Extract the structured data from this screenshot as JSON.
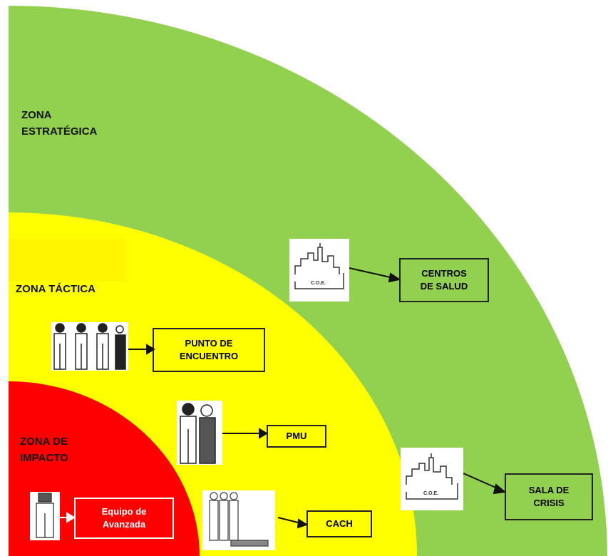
{
  "colors": {
    "strategic": "#92d050",
    "tactical": "#ffff00",
    "impact": "#ff0000",
    "outline": "#222222",
    "background": "#ffffff"
  },
  "zones": {
    "strategic_label": "ZONA\nESTRATÉGICA",
    "tactical_label": "ZONA TÁCTICA",
    "impact_label": "ZONA DE\nIMPACTO"
  },
  "boxes": {
    "centros_salud": "CENTROS\nDE SALUD",
    "sala_crisis": "SALA DE\nCRISIS",
    "punto_encuentro": "PUNTO DE\nENCUENTRO",
    "pmu": "PMU",
    "cach": "CACH",
    "equipo_avanzada": "Equipo de\nAvanzada"
  },
  "icons": {
    "coe_building_top": "building-icon",
    "coe_building_bottom": "building-icon",
    "group_people": "people-group-icon",
    "two_people": "two-people-icon",
    "rescuers": "rescuers-icon",
    "single_person": "person-icon"
  },
  "icon_text": {
    "coe_top": "C.O.E.",
    "coe_bottom": "C.O.E."
  }
}
